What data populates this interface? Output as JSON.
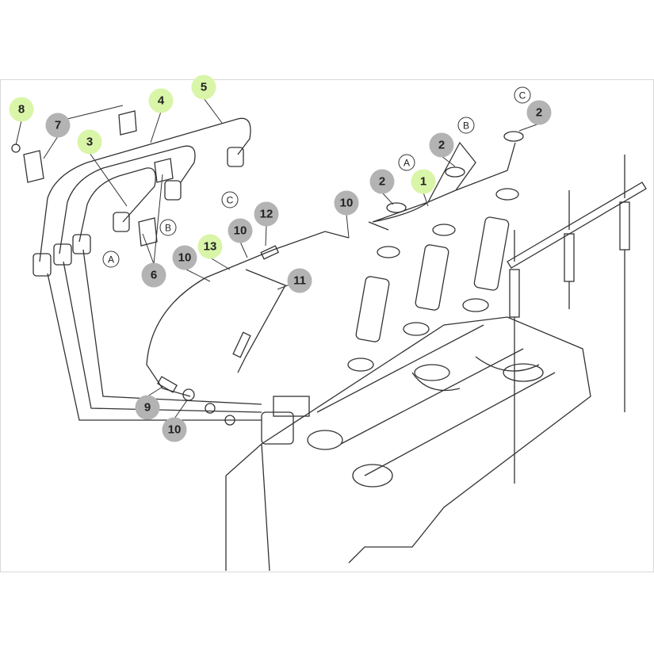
{
  "colors": {
    "callout_green": "#d9f5a8",
    "callout_gray": "#b3b3b3",
    "line_art": "#333333"
  },
  "callouts": [
    {
      "label": "8",
      "style": "green"
    },
    {
      "label": "7",
      "style": "gray"
    },
    {
      "label": "4",
      "style": "green"
    },
    {
      "label": "5",
      "style": "green"
    },
    {
      "label": "3",
      "style": "green"
    },
    {
      "label": "2",
      "style": "gray"
    },
    {
      "label": "2",
      "style": "gray"
    },
    {
      "label": "2",
      "style": "gray"
    },
    {
      "label": "1",
      "style": "green"
    },
    {
      "label": "10",
      "style": "gray"
    },
    {
      "label": "12",
      "style": "gray"
    },
    {
      "label": "10",
      "style": "gray"
    },
    {
      "label": "13",
      "style": "green"
    },
    {
      "label": "10",
      "style": "gray"
    },
    {
      "label": "11",
      "style": "gray"
    },
    {
      "label": "6",
      "style": "gray"
    },
    {
      "label": "9",
      "style": "gray"
    },
    {
      "label": "10",
      "style": "gray"
    }
  ],
  "connectors": [
    "C",
    "B",
    "A",
    "C",
    "B",
    "A"
  ]
}
